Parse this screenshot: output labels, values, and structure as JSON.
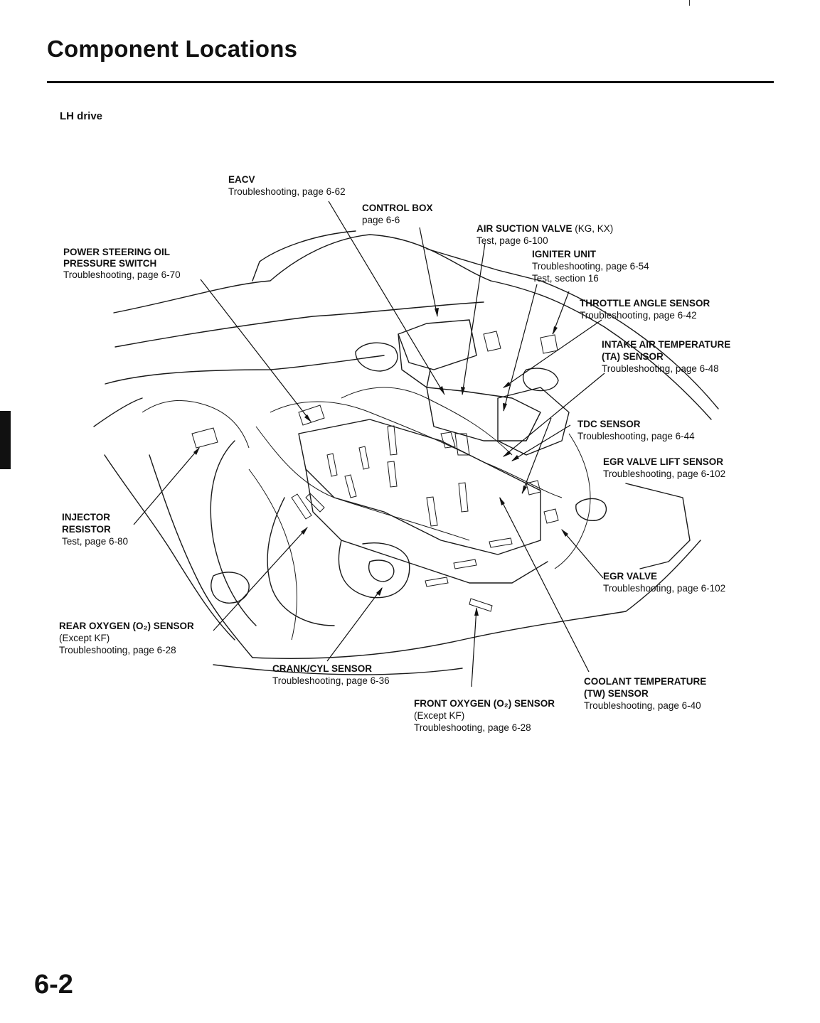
{
  "page": {
    "title": "Component Locations",
    "subtitle": "LH drive",
    "page_number": "6-2"
  },
  "callouts": {
    "eacv": {
      "name": "EACV",
      "line1": "Troubleshooting, page 6-62"
    },
    "control_box": {
      "name": "CONTROL BOX",
      "line1": "page 6-6"
    },
    "air_suction_valve": {
      "name": "AIR SUCTION VALVE",
      "qualifier": "(KG, KX)",
      "line1": "Test, page 6-100"
    },
    "igniter_unit": {
      "name": "IGNITER UNIT",
      "line1": "Troubleshooting, page 6-54",
      "line2": "Test, section 16"
    },
    "throttle_angle_sensor": {
      "name": "THROTTLE ANGLE SENSOR",
      "line1": "Troubleshooting, page 6-42"
    },
    "intake_air_temp_sensor": {
      "name": "INTAKE AIR TEMPERATURE",
      "name2": "(TA) SENSOR",
      "line1": "Troubleshooting, page 6-48"
    },
    "power_steering_switch": {
      "name": "POWER STEERING OIL",
      "name2": "PRESSURE SWITCH",
      "line1": "Troubleshooting, page 6-70"
    },
    "tdc_sensor": {
      "name": "TDC SENSOR",
      "line1": "Troubleshooting, page 6-44"
    },
    "egr_valve_lift_sensor": {
      "name": "EGR VALVE LIFT SENSOR",
      "line1": "Troubleshooting, page 6-102"
    },
    "injector_resistor": {
      "name": "INJECTOR",
      "name2": "RESISTOR",
      "line1": "Test, page 6-80"
    },
    "egr_valve": {
      "name": "EGR VALVE",
      "line1": "Troubleshooting, page 6-102"
    },
    "rear_oxygen_sensor": {
      "name": "REAR OXYGEN (O₂) SENSOR",
      "line1": "(Except KF)",
      "line2": "Troubleshooting, page 6-28"
    },
    "crank_cyl_sensor": {
      "name": "CRANK/CYL SENSOR",
      "line1": "Troubleshooting, page 6-36"
    },
    "coolant_temp_sensor": {
      "name": "COOLANT TEMPERATURE",
      "name2": "(TW) SENSOR",
      "line1": "Troubleshooting, page 6-40"
    },
    "front_oxygen_sensor": {
      "name": "FRONT OXYGEN (O₂) SENSOR",
      "line1": "(Except KF)",
      "line2": "Troubleshooting, page 6-28"
    }
  }
}
